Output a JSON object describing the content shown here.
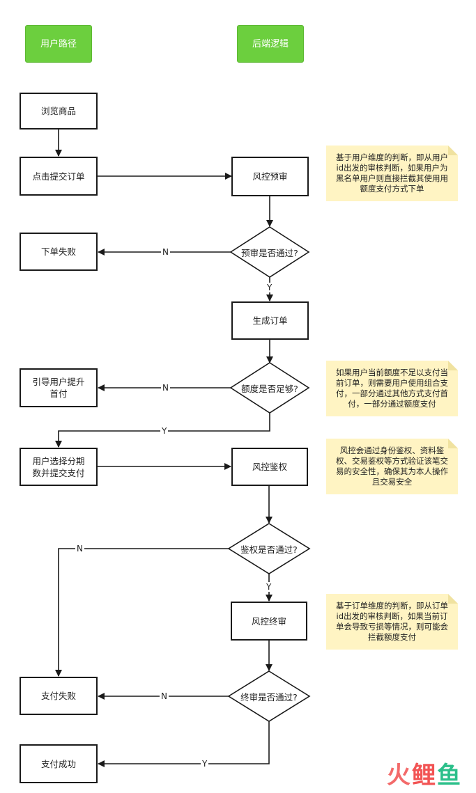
{
  "headers": {
    "left": "用户路径",
    "right": "后端逻辑"
  },
  "nodes": {
    "browse": "浏览商品",
    "submit_order": "点击提交订单",
    "risk_pre": "风控预审",
    "order_fail": "下单失败",
    "pre_pass": "预审是否通过?",
    "create_order": "生成订单",
    "enough": "额度是否足够?",
    "guide_line1": "引导用户提升",
    "guide_line2": "首付",
    "select_line1": "用户选择分期",
    "select_line2": "数并提交支付",
    "risk_auth": "风控鉴权",
    "auth_pass": "鉴权是否通过?",
    "risk_final": "风控终审",
    "pay_fail": "支付失败",
    "final_pass": "终审是否通过?",
    "pay_success": "支付成功"
  },
  "edge_labels": {
    "n1": "N",
    "y1": "Y",
    "n2": "N",
    "y2": "Y",
    "n3": "N",
    "y3": "Y",
    "n4": "N",
    "y4": "Y"
  },
  "notes": {
    "note1": "基于用户维度的判断，即从用户id出发的审核判断，如果用户为黑名单用户则直接拦截其使用用额度支付方式下单",
    "note2": "如果用户当前额度不足以支付当前订单，则需要用户使用组合支付，一部分通过其他方式支付首付，一部分通过额度支付",
    "note3": "风控会通过身份鉴权、资料鉴权、交易鉴权等方式验证该笔交易的安全性，确保其为本人操作且交易安全",
    "note4": "基于订单维度的判断，即从订单id出发的审核判断，如果当前订单会导致亏损等情况，则可能会拦截额度支付"
  },
  "logo": {
    "c1": "火",
    "c2": "鲤",
    "c3": "鱼"
  },
  "colors": {
    "header_green": "#6ccf3e",
    "note_yellow": "#fff4c3",
    "line": "#1a1a1a"
  }
}
